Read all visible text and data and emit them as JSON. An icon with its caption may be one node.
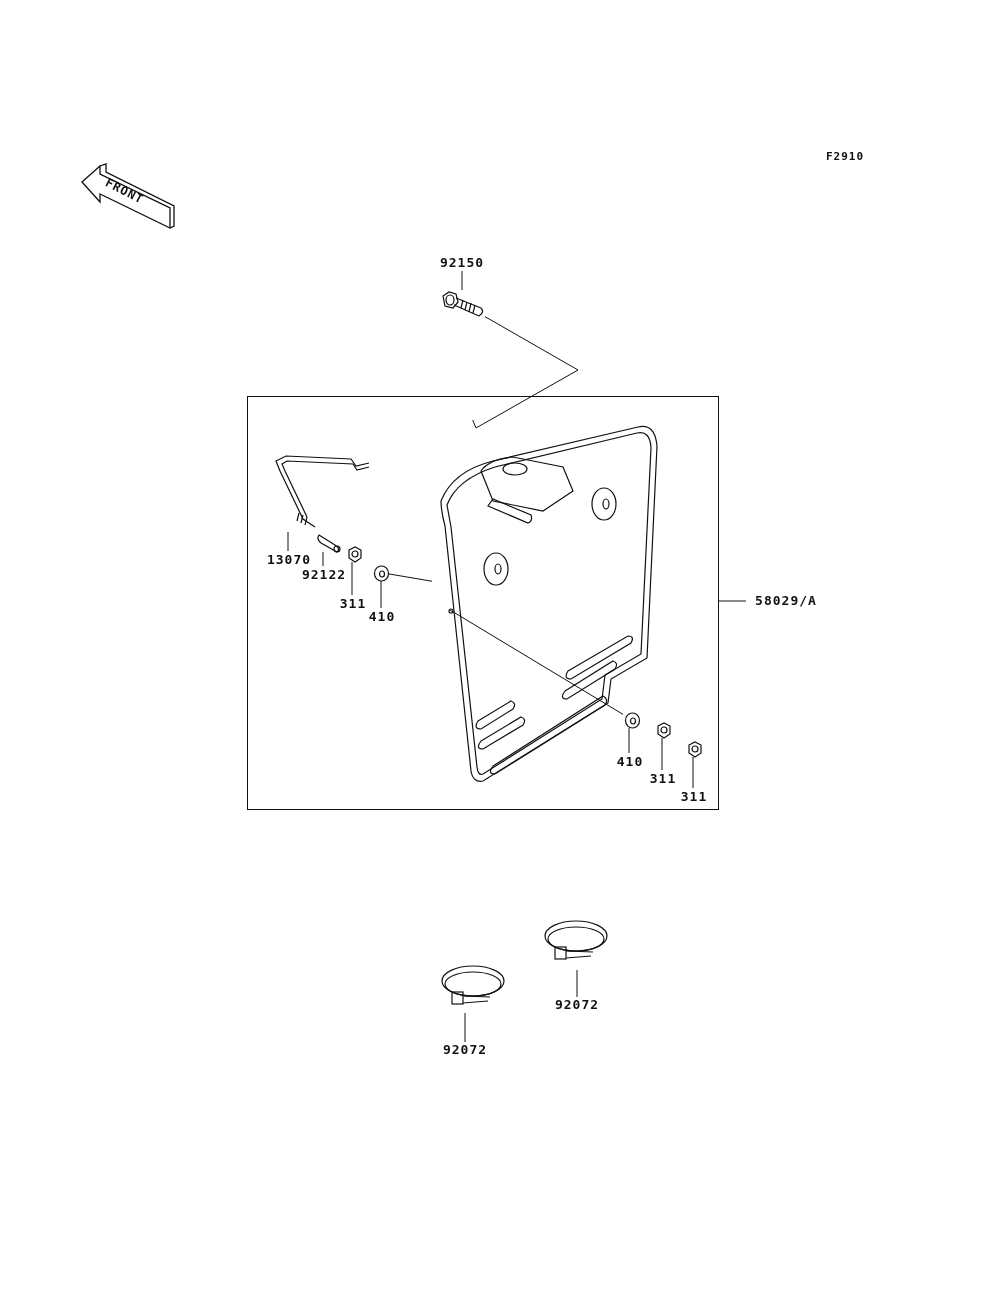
{
  "diagram": {
    "nodes": [
      {
        "text": [
          "92150"
        ]
      },
      {
        "text": [],
        "shape": "picture"
      },
      {
        "text": [
          "58029/A"
        ]
      },
      {
        "text": [],
        "shape": "box"
      },
      {
        "text": [],
        "shape": "picture",
        "in": 3
      },
      {
        "text": [
          "13070"
        ],
        "in": 3
      },
      {
        "text": [],
        "shape": "picture",
        "in": 3
      },
      {
        "text": [
          "92122"
        ],
        "in": 3
      },
      {
        "text": [],
        "shape": "picture",
        "in": 3
      },
      {
        "text": [
          "311"
        ],
        "in": 3
      },
      {
        "text": [],
        "shape": "picture",
        "in": 3
      },
      {
        "text": [
          "410"
        ],
        "in": 3
      },
      {
        "text": [],
        "shape": "picture",
        "in": 3
      },
      {
        "text": [
          "410"
        ],
        "in": 3
      },
      {
        "text": [],
        "shape": "picture",
        "in": 3
      },
      {
        "text": [
          "311"
        ],
        "in": 3
      },
      {
        "text": [],
        "shape": "picture",
        "in": 3
      },
      {
        "text": [
          "311"
        ],
        "in": 3
      },
      {
        "text": [],
        "shape": "picture",
        "in": 3
      },
      {
        "text": [
          "92072"
        ]
      },
      {
        "text": [],
        "shape": "picture"
      },
      {
        "text": [
          "92072"
        ]
      },
      {
        "text": [],
        "shape": "picture"
      }
    ],
    "edges": [
      {
        "from": 0,
        "to": 1,
        "arrow": "none"
      },
      {
        "from": 1,
        "to": 4,
        "arrow": "none"
      },
      {
        "from": 2,
        "to": 3,
        "arrow": "none"
      },
      {
        "from": 5,
        "to": 6,
        "arrow": "none"
      },
      {
        "from": 7,
        "to": 8,
        "arrow": "none"
      },
      {
        "from": 9,
        "to": 10,
        "arrow": "none"
      },
      {
        "from": 11,
        "to": 12,
        "arrow": "none"
      },
      {
        "from": 12,
        "to": 4,
        "arrow": "none"
      },
      {
        "from": 4,
        "to": 14,
        "arrow": "none"
      },
      {
        "from": 13,
        "to": 14,
        "arrow": "none"
      },
      {
        "from": 15,
        "to": 16,
        "arrow": "none"
      },
      {
        "from": 17,
        "to": 18,
        "arrow": "none"
      },
      {
        "from": 19,
        "to": 20,
        "arrow": "none"
      },
      {
        "from": 21,
        "to": 22,
        "arrow": "none"
      }
    ],
    "labels": [
      "F2910",
      "FRONT"
    ]
  }
}
